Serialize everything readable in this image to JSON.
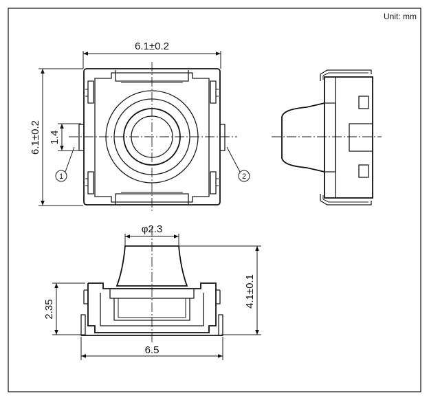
{
  "unit_label": "Unit: mm",
  "dimensions": {
    "top_width": "6.1±0.2",
    "left_height": "6.1±0.2",
    "terminal_width": "1.4",
    "stem_diameter": "φ2.3",
    "total_height": "4.1±0.1",
    "body_height": "2.35",
    "bottom_width": "6.5"
  },
  "terminals": {
    "terminal_1": "1",
    "terminal_2": "2"
  }
}
